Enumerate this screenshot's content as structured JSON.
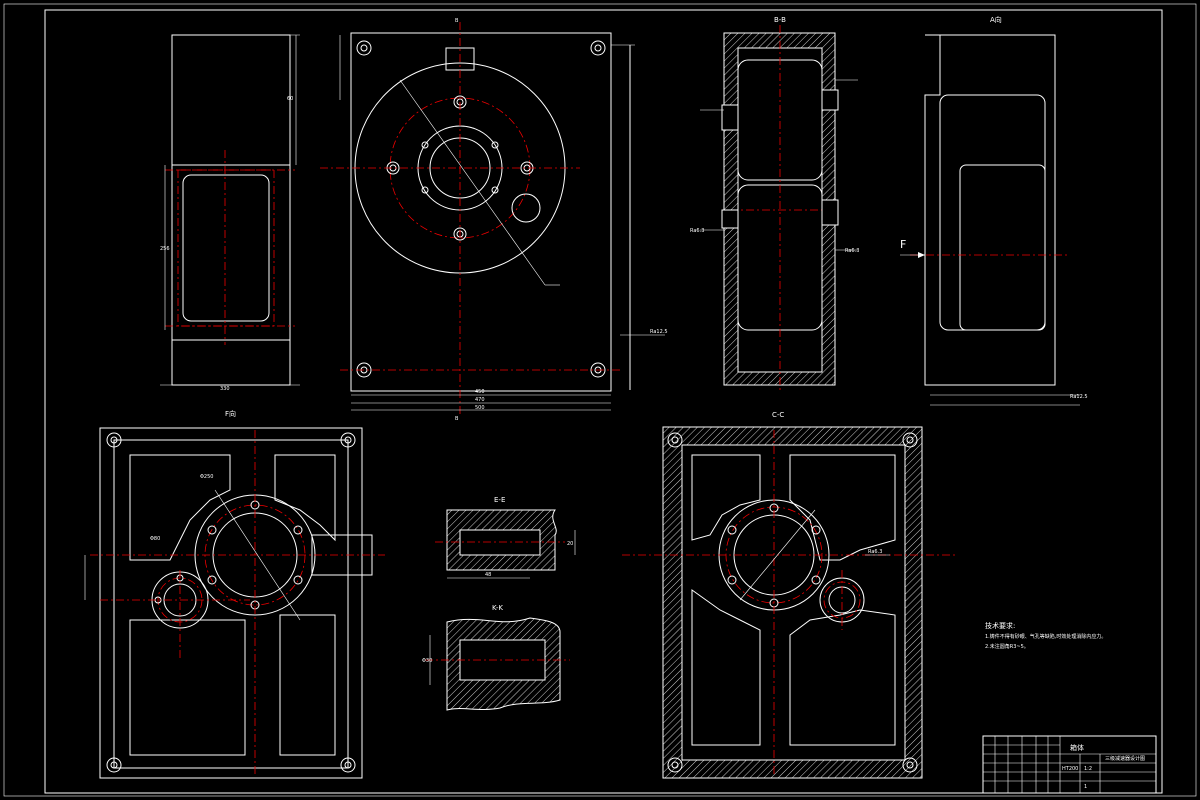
{
  "drawing": {
    "view_labels": {
      "section_b": "B-B",
      "view_a": "A向",
      "view_f": "F向",
      "section_c": "C-C",
      "section_e": "E-E",
      "section_k": "K-K",
      "direction_arrow": "F"
    },
    "technical_requirements": {
      "title": "技术要求:",
      "items": [
        "1.铸件不得有砂眼、气孔等缺陷,时效处理消除内应力。",
        "2.未注圆角R3~5。"
      ]
    },
    "title_block": {
      "part_name": "箱体",
      "drawing_name": "三级减速器设计图",
      "material": "HT200",
      "scale": "1:2",
      "sheet": "1"
    }
  }
}
